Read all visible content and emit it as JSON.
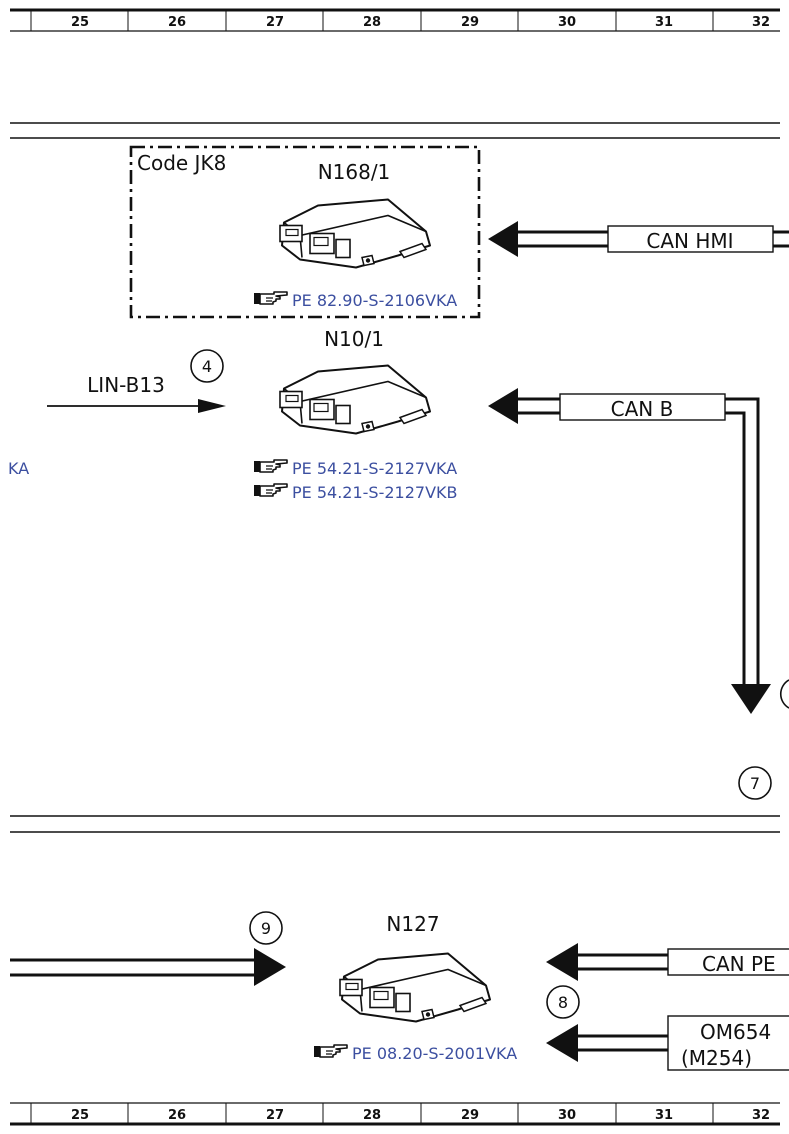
{
  "grid": {
    "columns": [
      "25",
      "26",
      "27",
      "28",
      "29",
      "30",
      "31",
      "32"
    ]
  },
  "components": {
    "n168_1": {
      "option_label": "Code JK8",
      "name": "N168/1",
      "ref": "PE 82.90-S-2106VKA"
    },
    "n10_1": {
      "name": "N10/1",
      "refs": [
        "PE 54.21-S-2127VKA",
        "PE 54.21-S-2127VKB"
      ]
    },
    "n127": {
      "name": "N127",
      "ref": "PE 08.20-S-2001VKA"
    }
  },
  "buses": {
    "can_hmi": "CAN HMI",
    "can_b": "CAN B",
    "lin": "LIN-B13",
    "can_pe": "CAN PE",
    "om654_line1": "OM654",
    "om654_line2": "(M254)"
  },
  "markers": {
    "m4": "4",
    "m7": "7",
    "m8": "8",
    "m9": "9"
  },
  "fragments": {
    "left_ref_tail": "KA"
  },
  "colors": {
    "line": "#111111",
    "reference_link": "#3c4fa0",
    "background": "#ffffff"
  }
}
